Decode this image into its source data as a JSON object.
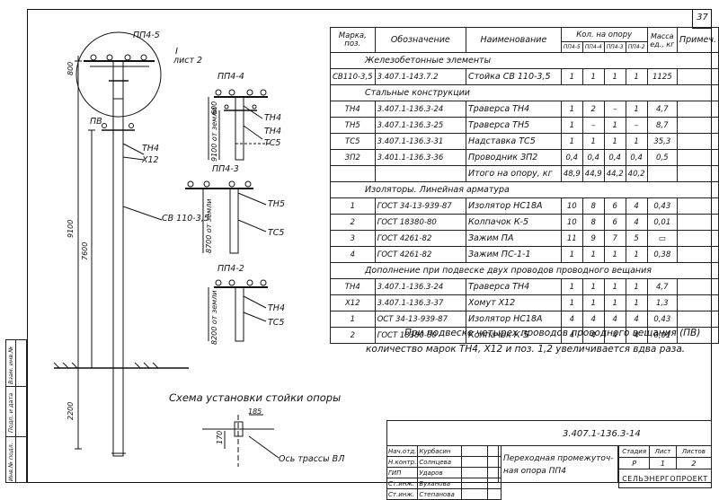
{
  "page_number": "37",
  "drawing_labels": {
    "pp4_5": "ПП4-5",
    "pp4_4": "ПП4-4",
    "pp4_3": "ПП4-3",
    "pp4_2": "ПП4-2",
    "detail_roman": "I",
    "detail_sheet": "лист 2",
    "pv": "ПВ",
    "tn4": "ТН4",
    "x12": "Х12",
    "tn5": "ТН5",
    "ts5": "ТС5",
    "sv": "СВ 110-3,5",
    "dim_9100": "9100",
    "dim_7600": "7600",
    "dim_2200": "2200",
    "dim_600": "600",
    "dim_800": "800",
    "dim_170": "170",
    "dim_185": "185",
    "ground_9100": "9100 от земли",
    "ground_8700": "8700 от земли",
    "ground_8200": "8200 от земли",
    "scheme_title": "Схема установки стойки опоры",
    "axis_label": "Ось трассы ВЛ"
  },
  "spec_table": {
    "headers": {
      "mark": "Марка, поз.",
      "designation": "Обозначение",
      "name": "Наименование",
      "qty": "Кол. на опору",
      "mass": "Масса ед., кг",
      "note": "Примеч."
    },
    "qty_sub": [
      "ПП4-5",
      "ПП4-4",
      "ПП4-3",
      "ПП4-2"
    ],
    "sections": [
      {
        "title": "Железобетонные элементы",
        "rows": [
          [
            "СВ110-3,5",
            "3.407.1-143.7.2",
            "Стойка СВ 110-3,5",
            "1",
            "1",
            "1",
            "1",
            "1125",
            ""
          ]
        ]
      },
      {
        "title": "Стальные конструкции",
        "rows": [
          [
            "ТН4",
            "3.407.1-136.3-24",
            "Траверса ТН4",
            "1",
            "2",
            "–",
            "1",
            "4,7",
            ""
          ],
          [
            "ТН5",
            "3.407.1-136.3-25",
            "Траверса ТН5",
            "1",
            "–",
            "1",
            "–",
            "8,7",
            ""
          ],
          [
            "ТС5",
            "3.407.1-136.3-31",
            "Надставка ТС5",
            "1",
            "1",
            "1",
            "1",
            "35,3",
            ""
          ],
          [
            "ЗП2",
            "3.401.1-136.3-36",
            "Проводник ЗП2",
            "0,4",
            "0,4",
            "0,4",
            "0,4",
            "0,5",
            ""
          ],
          [
            "",
            "",
            "Итого на опору, кг",
            "48,9",
            "44,9",
            "44,2",
            "40,2",
            "",
            ""
          ]
        ]
      },
      {
        "title": "Изоляторы. Линейная арматура",
        "rows": [
          [
            "1",
            "ГОСТ 34-13-939-87",
            "Изолятор НС18А",
            "10",
            "8",
            "6",
            "4",
            "0,43",
            ""
          ],
          [
            "2",
            "ГОСТ 18380-80",
            "Колпачок К-5",
            "10",
            "8",
            "6",
            "4",
            "0,01",
            ""
          ],
          [
            "3",
            "ГОСТ 4261-82",
            "Зажим ПА",
            "11",
            "9",
            "7",
            "5",
            "▭",
            ""
          ],
          [
            "4",
            "ГОСТ 4261-82",
            "Зажим ПС-1-1",
            "1",
            "1",
            "1",
            "1",
            "0,38",
            ""
          ]
        ]
      },
      {
        "title": "Дополнение при подвеске двух проводов проводного вещания",
        "rows": [
          [
            "ТН4",
            "3.407.1-136.3-24",
            "Траверса ТН4",
            "1",
            "1",
            "1",
            "1",
            "4,7",
            ""
          ],
          [
            "Х12",
            "3.407.1-136.3-37",
            "Хомут Х12",
            "1",
            "1",
            "1",
            "1",
            "1,3",
            ""
          ],
          [
            "1",
            "ОСТ 34-13-939-87",
            "Изолятор НС18А",
            "4",
            "4",
            "4",
            "4",
            "0,43",
            ""
          ],
          [
            "2",
            "ГОСТ 18380-80",
            "Колпачок К-5",
            "4",
            "4",
            "4",
            "4",
            "0,01",
            ""
          ]
        ]
      }
    ]
  },
  "note_line1": "При подвеске четырех проводов проводного вещания (ПВ)",
  "note_line2": "количество марок ТН4, Х12 и поз. 1,2 увеличивается вдва раза.",
  "title_block": {
    "code": "3.407.1-136.3-14",
    "title_line1": "Переходная промежуточ-",
    "title_line2": "ная опора ПП4",
    "stage_h": "Стадия",
    "sheet_h": "Лист",
    "sheets_h": "Листов",
    "stage": "Р",
    "sheet": "1",
    "sheets": "2",
    "org": "СЕЛЬЭНЕРГОПРОЕКТ",
    "people": [
      [
        "Нач.отд.",
        "Курбасин"
      ],
      [
        "Н.контр.",
        "Солнцева"
      ],
      [
        "ГИП",
        "Ударов"
      ],
      [
        "Ст.инж.",
        "Буханова"
      ],
      [
        "Ст.инж.",
        "Степанова"
      ]
    ]
  },
  "sidebar": [
    "Инв.№ подл.",
    "Подп. и дата",
    "Взам. инв.№"
  ]
}
